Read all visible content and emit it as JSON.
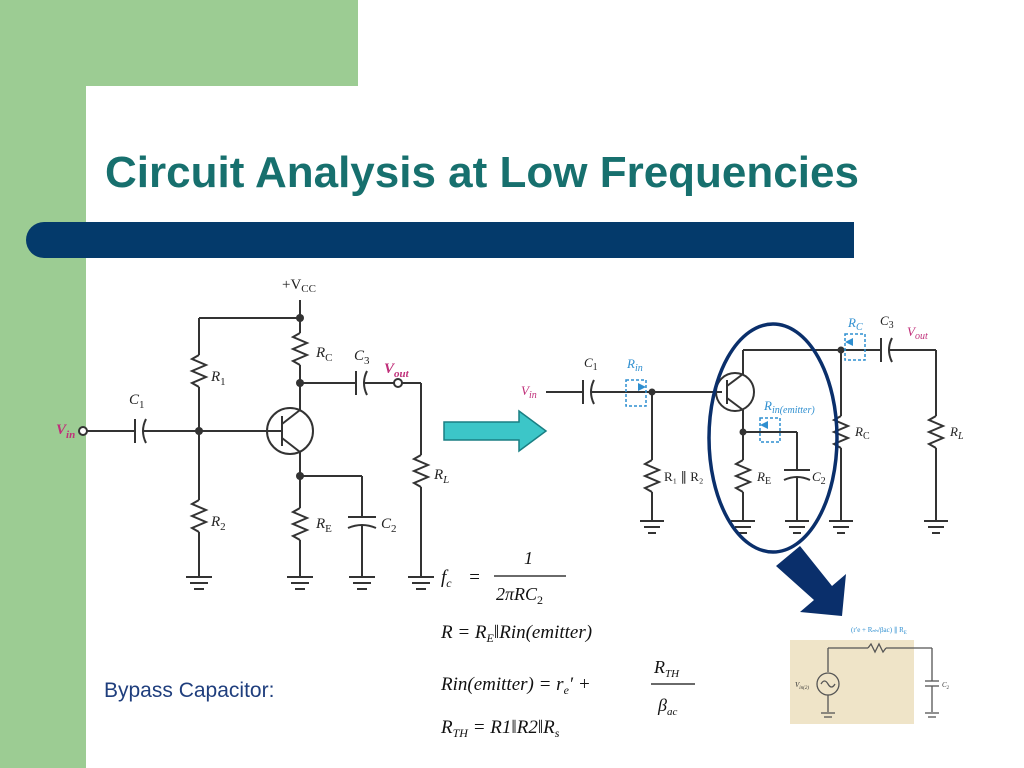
{
  "slide": {
    "title": "Circuit Analysis at Low Frequencies",
    "bypass_label": "Bypass Capacitor:"
  },
  "left_circuit": {
    "vcc": "+V",
    "vcc_sub": "CC",
    "vin": "V",
    "vin_sub": "in",
    "vout": "V",
    "vout_sub": "out",
    "r1": "R",
    "r1_sub": "1",
    "r2": "R",
    "r2_sub": "2",
    "rc": "R",
    "rc_sub": "C",
    "re": "R",
    "re_sub": "E",
    "rl": "R",
    "rl_sub": "L",
    "c1": "C",
    "c1_sub": "1",
    "c2": "C",
    "c2_sub": "2",
    "c3": "C",
    "c3_sub": "3"
  },
  "right_circuit": {
    "vin": "V",
    "vin_sub": "in",
    "vout": "V",
    "vout_sub": "out",
    "c1": "C",
    "c1_sub": "1",
    "c3": "C",
    "c3_sub": "3",
    "rin": "R",
    "rin_sub": "in",
    "rin_emitter": "R",
    "rin_emitter_sub": "in(emitter)",
    "rc_top": "R",
    "rc_top_sub": "C",
    "r12": "R₁ ∥ R₂",
    "re": "R",
    "re_sub": "E",
    "c2": "C",
    "c2_sub": "2",
    "rc": "R",
    "rc_sub": "C",
    "rl": "R",
    "rl_sub": "L"
  },
  "formulas": {
    "fc_lhs": "f",
    "fc_lhs_sub": "c",
    "fc_num": "1",
    "fc_den": "2πRC",
    "fc_den_sub": "2",
    "r_line": "R = R",
    "r_line_sub": "E",
    "r_line_rest": "‖Rin(emitter)",
    "rin_line": "Rin(emitter) = r",
    "rin_line_sub": "e",
    "rin_line_plus": "′ +",
    "rin_frac_num": "R",
    "rin_frac_num_sub": "TH",
    "rin_frac_den": "β",
    "rin_frac_den_sub": "ac",
    "rth_line": "R",
    "rth_line_sub": "TH",
    "rth_line_rest": " = R1‖R2‖R",
    "rth_line_rest_sub": "s"
  },
  "thumbnail": {
    "top_label": "(r′e + Rₙₕ/βac) ∥ R",
    "top_label_sub": "E",
    "vin_label": "V",
    "vin_label_sub": "in(2)",
    "c_label": "C",
    "c_label_sub": "2"
  },
  "colors": {
    "title": "#17706e",
    "accent_green": "#9ccc93",
    "rule": "#043a6b",
    "arrow_teal": "#3cc6c8",
    "label_pink": "#c0307a",
    "label_blue": "#2f8fd0",
    "ellipse": "#0a2f6b"
  }
}
